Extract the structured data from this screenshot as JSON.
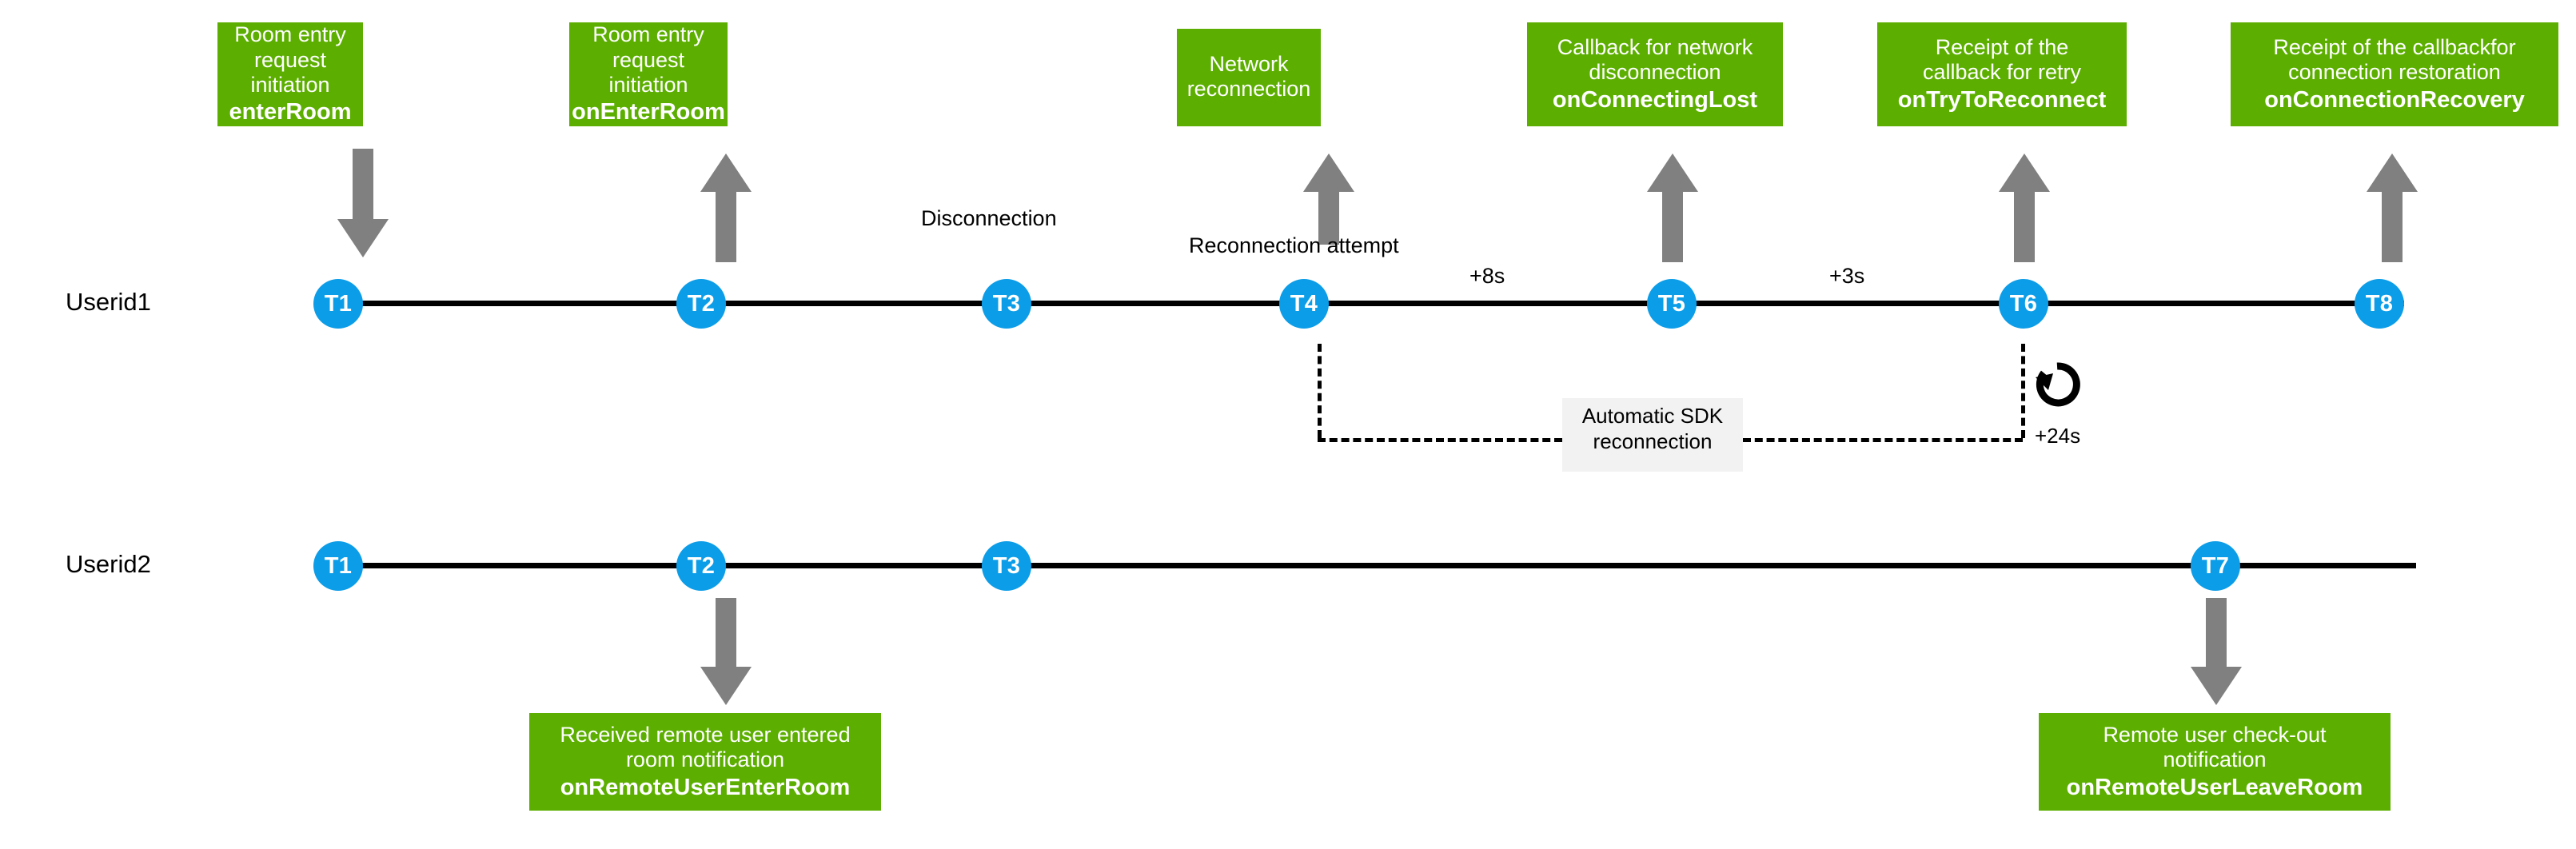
{
  "colors": {
    "box_green": "#5CAF00",
    "node_blue": "#0C9DE8",
    "arrow_gray": "#808080",
    "line_black": "#000000",
    "sdk_label_bg": "#F2F2F2",
    "text_white": "#FFFFFF"
  },
  "rows": {
    "user1_label": "Userid1",
    "user2_label": "Userid2"
  },
  "top_boxes": [
    {
      "desc": "Room entry\nrequest initiation",
      "api": "enterRoom"
    },
    {
      "desc": "Room entry\nrequest initiation",
      "api": "onEnterRoom"
    },
    {
      "desc": "Network\nreconnection",
      "api": ""
    },
    {
      "desc": "Callback for network\ndisconnection",
      "api": "onConnectingLost"
    },
    {
      "desc": "Receipt of the\ncallback for retry",
      "api": "onTryToReconnect"
    },
    {
      "desc": "Receipt of the callbackfor\nconnection restoration",
      "api": "onConnectionRecovery"
    }
  ],
  "bottom_boxes": [
    {
      "desc": "Received remote user entered\nroom notification",
      "api": "onRemoteUserEnterRoom"
    },
    {
      "desc": "Remote user check-out\nnotification",
      "api": "onRemoteUserLeaveRoom"
    }
  ],
  "user1_nodes": [
    {
      "label": "T1"
    },
    {
      "label": "T2"
    },
    {
      "label": "T3"
    },
    {
      "label": "T4"
    },
    {
      "label": "T5"
    },
    {
      "label": "T6"
    },
    {
      "label": "T8"
    }
  ],
  "user2_nodes": [
    {
      "label": "T1"
    },
    {
      "label": "T2"
    },
    {
      "label": "T3"
    },
    {
      "label": "T7"
    }
  ],
  "annotations": {
    "disconnection": "Disconnection",
    "reconnection_attempt": "Reconnection attempt",
    "gap_t4_t5": "+8s",
    "gap_t5_t6": "+3s",
    "sdk_reconnection": "Automatic SDK\nreconnection",
    "total_retry": "+24s"
  },
  "icons": {
    "retry": "retry-circular-arrow-icon"
  }
}
